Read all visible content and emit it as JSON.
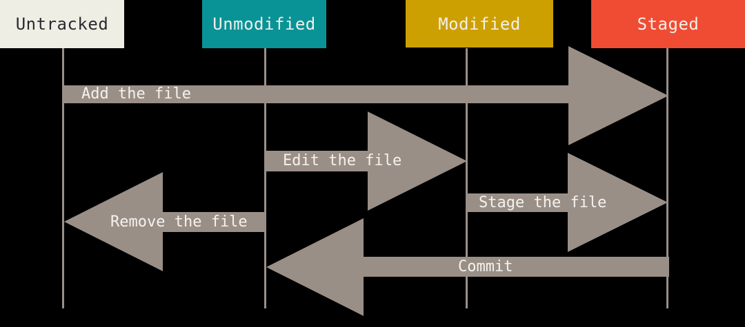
{
  "colors": {
    "background": "#000000",
    "arrow": "#9A8F87",
    "label_text": "#F5F2EE"
  },
  "states": [
    {
      "label": "Untracked",
      "bg": "#EFEEE5",
      "fg": "#2A2A31"
    },
    {
      "label": "Unmodified",
      "bg": "#0A9396",
      "fg": "#F2EFEA"
    },
    {
      "label": "Modified",
      "bg": "#CDA001",
      "fg": "#F2EFEA"
    },
    {
      "label": "Staged",
      "bg": "#F04C33",
      "fg": "#F2EFEA"
    }
  ],
  "transitions": [
    {
      "label": "Add the file",
      "from": "Untracked",
      "to": "Staged",
      "direction": "right",
      "icon": "arrowhead-right-icon"
    },
    {
      "label": "Edit the file",
      "from": "Unmodified",
      "to": "Modified",
      "direction": "right",
      "icon": "arrowhead-right-icon"
    },
    {
      "label": "Stage the file",
      "from": "Modified",
      "to": "Staged",
      "direction": "right",
      "icon": "arrowhead-right-icon"
    },
    {
      "label": "Remove the file",
      "from": "Unmodified",
      "to": "Untracked",
      "direction": "left",
      "icon": "arrowhead-left-icon"
    },
    {
      "label": "Commit",
      "from": "Staged",
      "to": "Unmodified",
      "direction": "left",
      "icon": "arrowhead-left-icon"
    }
  ]
}
